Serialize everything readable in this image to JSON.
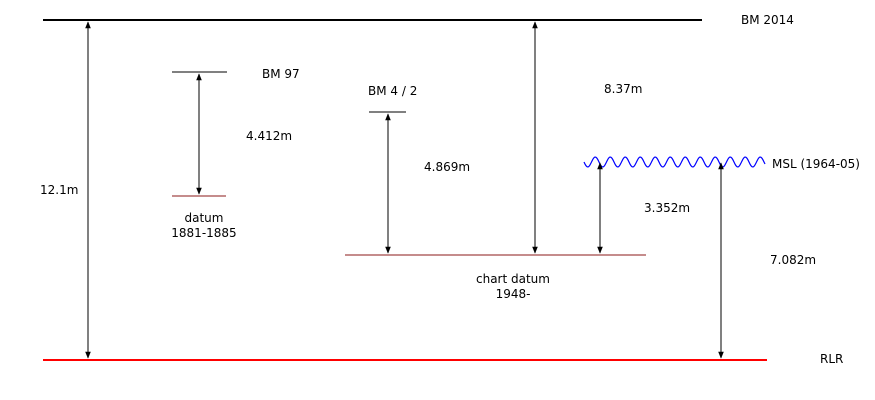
{
  "labels": {
    "bm2014": "BM 2014",
    "bm97": "BM 97",
    "bm42": "BM 4 / 2",
    "msl": "MSL (1964-05)",
    "rlr": "RLR",
    "datum_line1": "datum",
    "datum_line2": "1881-1885",
    "chart_datum_line1": "chart datum",
    "chart_datum_line2": "1948-"
  },
  "distances": {
    "bm2014_to_rlr": "12.1m",
    "bm97_to_datum": "4.412m",
    "bm42_to_chart_datum": "4.869m",
    "bm2014_to_chart_datum": "8.37m",
    "msl_to_chart_datum": "3.352m",
    "msl_to_rlr": "7.082m"
  },
  "colors": {
    "benchmark_line": "#000000",
    "datum_line": "#8b1a1a",
    "rlr_line": "#ff0000",
    "msl_wave": "#0000ff"
  }
}
